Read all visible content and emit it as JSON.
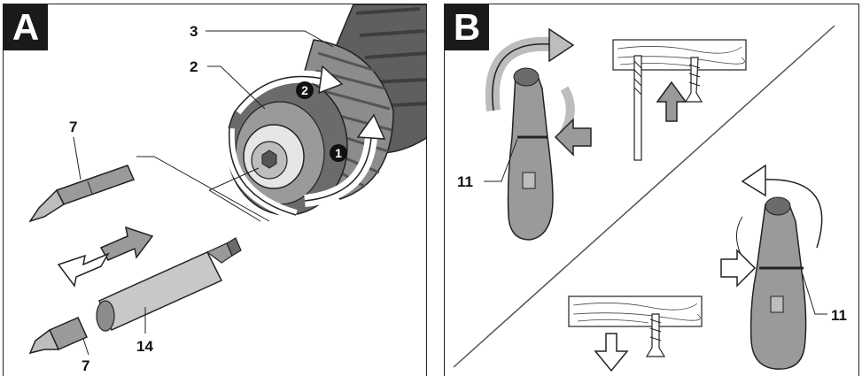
{
  "panels": {
    "a": {
      "tag": "A"
    },
    "b": {
      "tag": "B"
    }
  },
  "labels": {
    "chuck_sleeve": "3",
    "locking_ring": "2",
    "bit_upper": "7",
    "bit_lower": "7",
    "bit_holder": "14",
    "rotation_switch_left": "11",
    "rotation_switch_right": "11"
  },
  "steps": {
    "first": "1",
    "second": "2"
  },
  "colors": {
    "ink": "#1a1a1a",
    "tool_dark": "#5f5f5f",
    "tool_mid": "#8c8c8c",
    "tool_light": "#c8c8c8",
    "arrow_fill": "#9a9a9a"
  }
}
